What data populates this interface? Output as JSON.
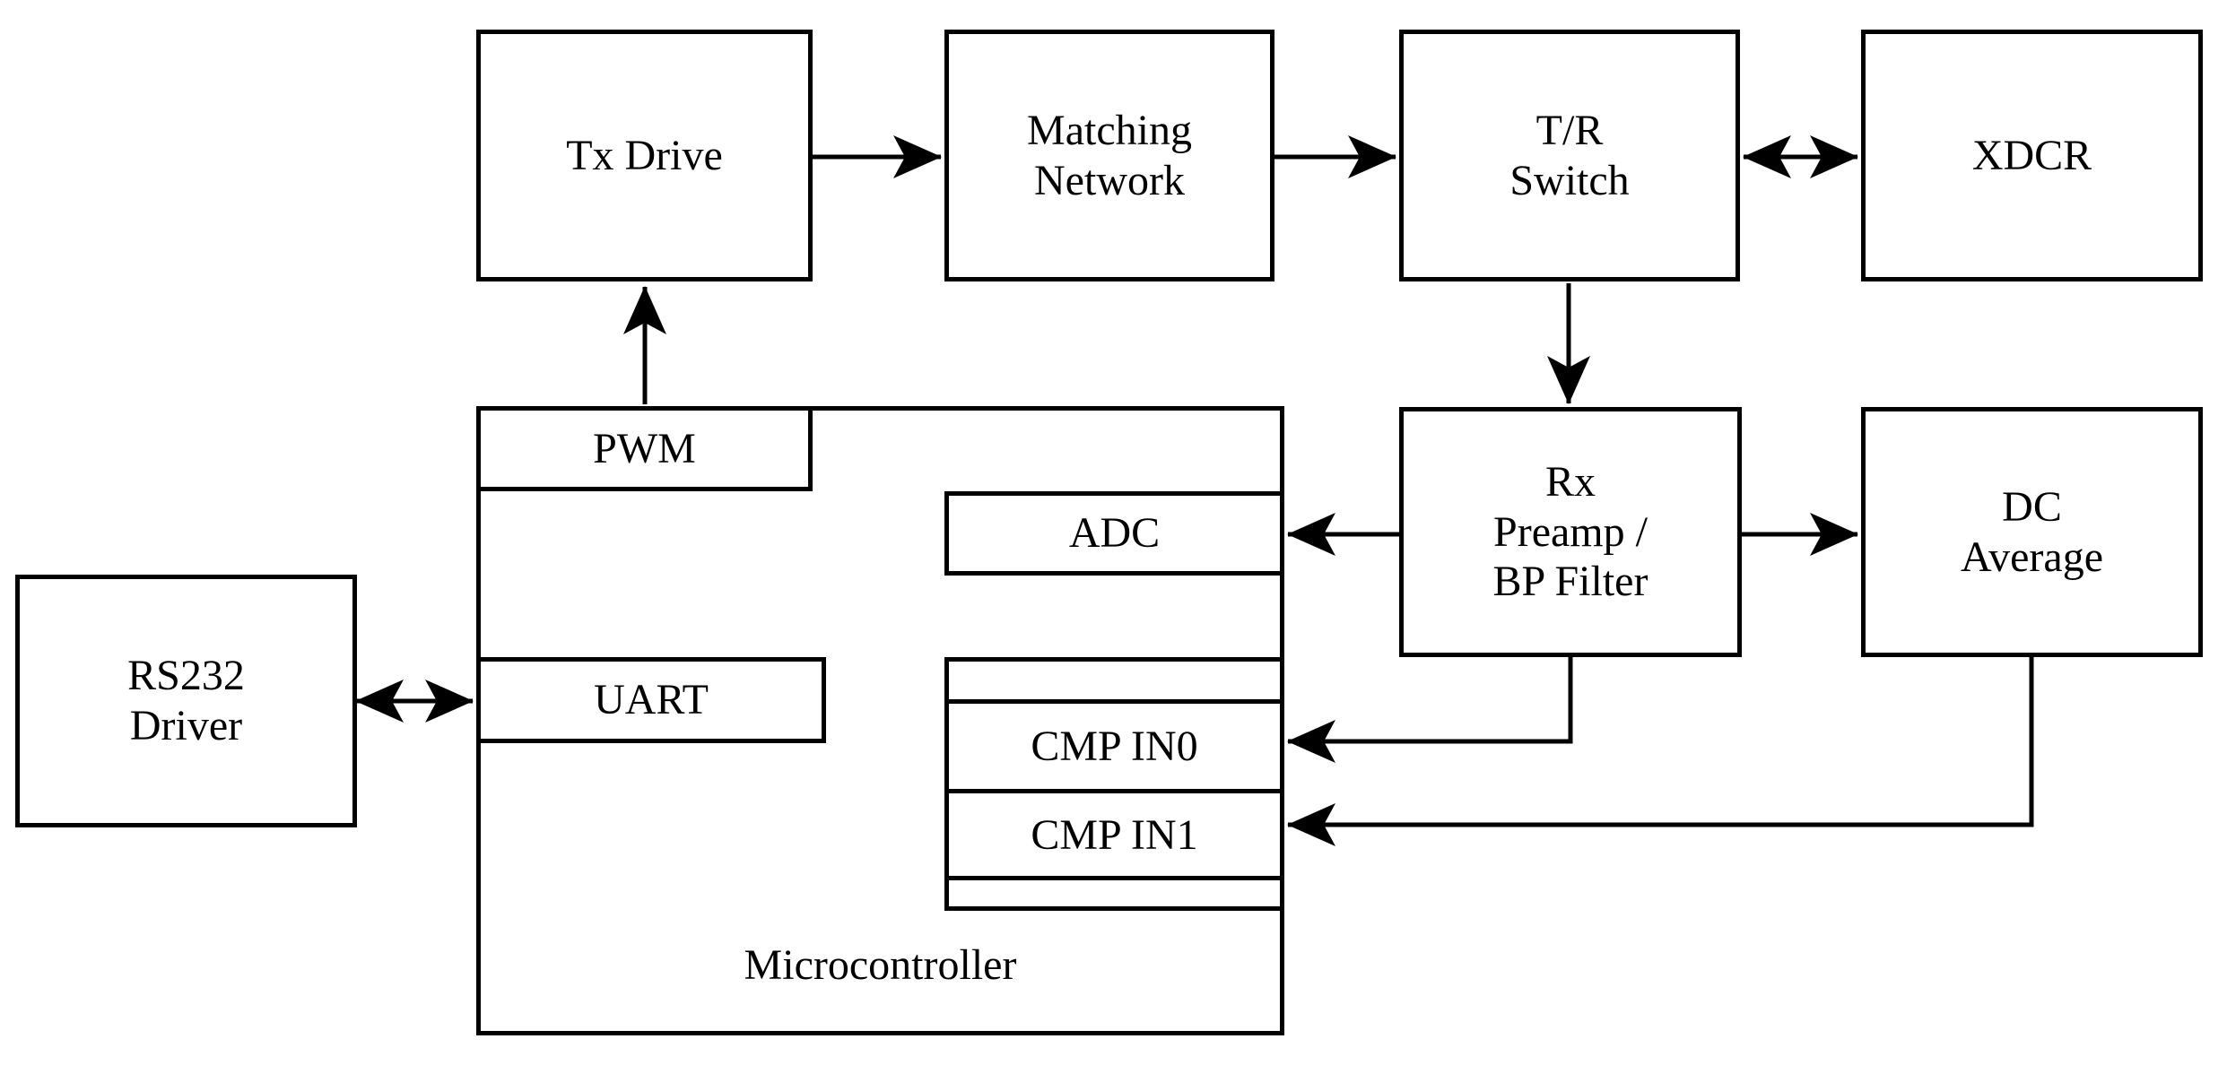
{
  "diagram": {
    "blocks": {
      "tx_drive": {
        "lines": [
          "Tx Drive"
        ]
      },
      "matching_network": {
        "lines": [
          "Matching",
          "Network"
        ]
      },
      "tr_switch": {
        "lines": [
          "T/R",
          "Switch"
        ]
      },
      "xdcr": {
        "lines": [
          "XDCR"
        ]
      },
      "rs232_driver": {
        "lines": [
          "RS232",
          "Driver"
        ]
      },
      "rx_preamp": {
        "lines": [
          "Rx",
          "Preamp /",
          "BP Filter"
        ]
      },
      "dc_average": {
        "lines": [
          "DC",
          "Average"
        ]
      },
      "pwm": {
        "label": "PWM"
      },
      "adc": {
        "label": "ADC"
      },
      "uart": {
        "label": "UART"
      },
      "cmp_in0": {
        "label": "CMP IN0"
      },
      "cmp_in1": {
        "label": "CMP IN1"
      },
      "microcontroller": {
        "label": "Microcontroller"
      }
    },
    "connections": [
      {
        "from": "PWM",
        "to": "Tx Drive",
        "arrow": "single"
      },
      {
        "from": "Tx Drive",
        "to": "Matching Network",
        "arrow": "single"
      },
      {
        "from": "Matching Network",
        "to": "T/R Switch",
        "arrow": "single"
      },
      {
        "from": "T/R Switch",
        "to": "XDCR",
        "arrow": "double"
      },
      {
        "from": "T/R Switch",
        "to": "Rx Preamp / BP Filter",
        "arrow": "single"
      },
      {
        "from": "Rx Preamp / BP Filter",
        "to": "ADC",
        "arrow": "single"
      },
      {
        "from": "Rx Preamp / BP Filter",
        "to": "DC Average",
        "arrow": "single"
      },
      {
        "from": "RS232 Driver",
        "to": "UART",
        "arrow": "double"
      },
      {
        "from": "Rx Preamp / BP Filter",
        "to": "CMP IN0",
        "arrow": "single"
      },
      {
        "from": "DC Average",
        "to": "CMP IN1",
        "arrow": "single"
      }
    ],
    "colors": {
      "line": "#000000",
      "background": "#ffffff"
    }
  }
}
